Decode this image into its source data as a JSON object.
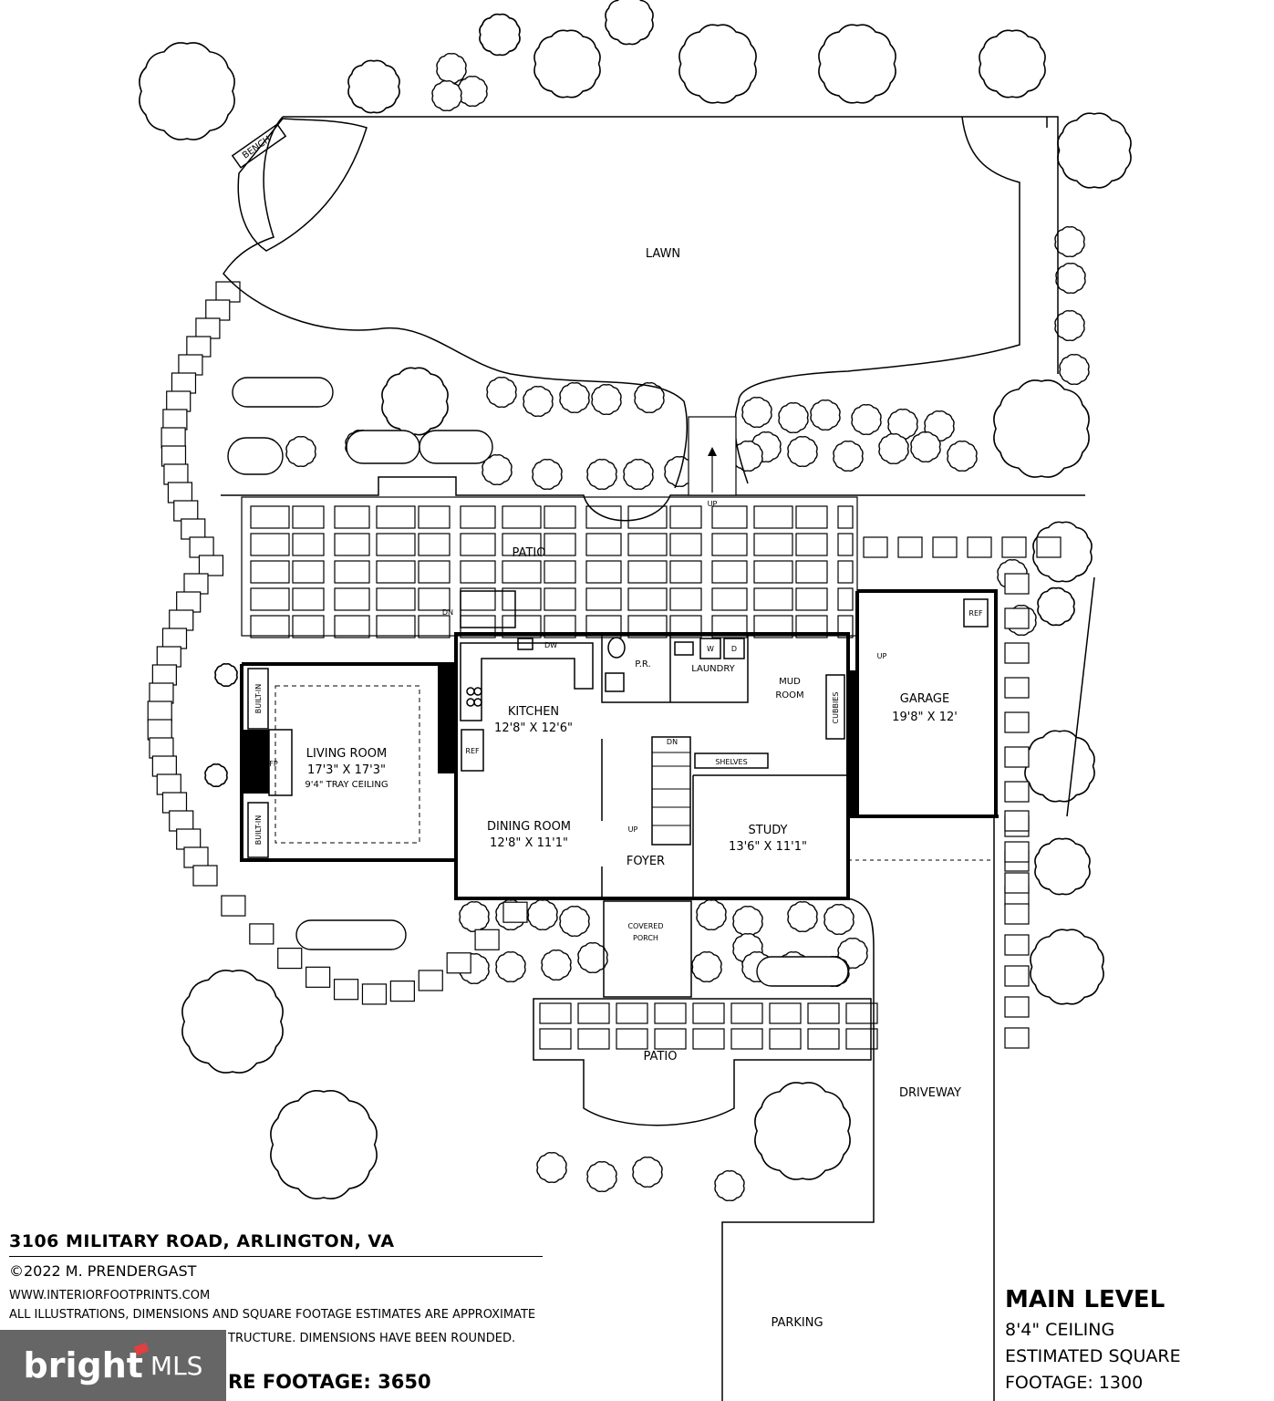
{
  "plan": {
    "address": "3106 MILITARY ROAD, ARLINGTON, VA",
    "copyright": "©2022 M. PRENDERGAST",
    "website": "WWW.INTERIORFOOTPRINTS.COM",
    "disclaimer_line1": "ALL ILLUSTRATIONS, DIMENSIONS AND SQUARE FOOTAGE ESTIMATES ARE APPROXIMATE",
    "disclaimer_line2": "TRUCTURE. DIMENSIONS HAVE BEEN ROUNDED.",
    "total_sqft_partial": "RE FOOTAGE: 3650"
  },
  "level": {
    "title": "MAIN LEVEL",
    "ceiling": "8'4\" CEILING",
    "sqft_label_1": "ESTIMATED SQUARE",
    "sqft_label_2": "FOOTAGE: 1300"
  },
  "areas": {
    "lawn": "LAWN",
    "bench": "BENCH",
    "patio_rear": "PATIO",
    "patio_front": "PATIO",
    "driveway": "DRIVEWAY",
    "parking": "PARKING",
    "covered_porch_1": "COVERED",
    "covered_porch_2": "PORCH"
  },
  "rooms": {
    "living_name": "LIVING ROOM",
    "living_dims": "17'3\" X 17'3\"",
    "living_note": "9'4\" TRAY CEILING",
    "kitchen_name": "KITCHEN",
    "kitchen_dims": "12'8\" X 12'6\"",
    "dining_name": "DINING ROOM",
    "dining_dims": "12'8\" X 11'1\"",
    "foyer_name": "FOYER",
    "study_name": "STUDY",
    "study_dims": "13'6\" X 11'1\"",
    "garage_name": "GARAGE",
    "garage_dims": "19'8\" X 12'",
    "laundry_name": "LAUNDRY",
    "mud_1": "MUD",
    "mud_2": "ROOM",
    "pr_name": "P.R."
  },
  "fixtures": {
    "built_in_top": "BUILT-IN",
    "built_in_bottom": "BUILT-IN",
    "fp": "FP",
    "ref_kitchen": "REF",
    "ref_garage": "REF",
    "dw": "DW",
    "washer": "W",
    "dryer": "D",
    "shelves": "SHELVES",
    "cubbies": "CUBBIES",
    "dn_patio": "DN",
    "dn_stair": "DN",
    "up_stair": "UP",
    "up_garage": "UP",
    "up_lawn": "UP"
  },
  "badge": {
    "word": "bright",
    "suffix": "MLS",
    "accent_color": "#e04040"
  }
}
